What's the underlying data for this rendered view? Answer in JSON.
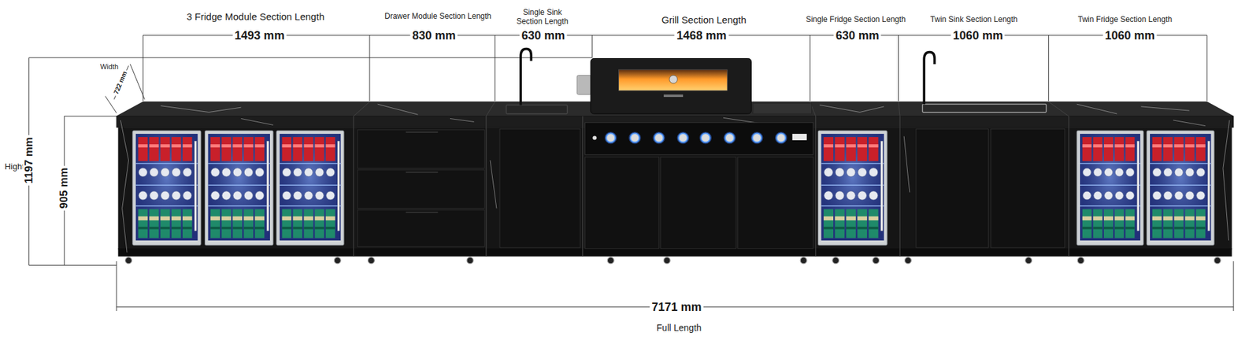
{
  "diagram": {
    "labels": [
      "3 Fridge Module Section Length",
      "1493 mm",
      "Drawer Module Section Length",
      "830 mm",
      "Single Sink Section Length",
      "630 mm",
      "Grill Section Length",
      "1468 mm",
      "Single Fridge Section Length",
      "630 mm",
      "Twin Sink Section Length",
      "1060 mm",
      "Twin Fridge Section Length",
      "1060 mm",
      "Width",
      "722 mm",
      "Hight",
      "1197 mm",
      "905 mm",
      "7171 mm",
      "Full Length"
    ]
  }
}
